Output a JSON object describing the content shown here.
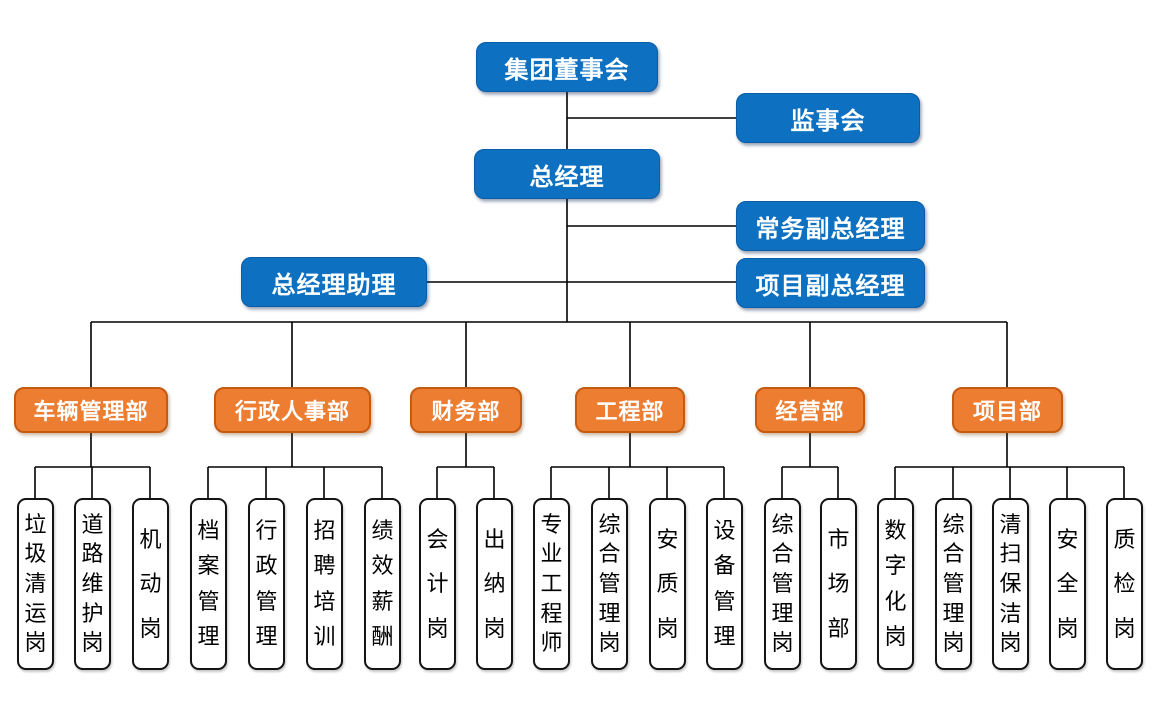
{
  "colors": {
    "blue": "#0d70c1",
    "blue_border": "#0a5da6",
    "orange": "#ed7d31",
    "orange_border": "#c55a11",
    "post_border": "#141414",
    "line": "#000000"
  },
  "leadership": {
    "board": "集团董事会",
    "supervisory": "监事会",
    "gm": "总经理",
    "exec_deputy_gm": "常务副总经理",
    "gm_assistant": "总经理助理",
    "project_deputy_gm": "项目副总经理"
  },
  "departments": [
    {
      "name": "车辆管理部",
      "posts": [
        "垃圾清运岗",
        "道路维护岗",
        "机动岗"
      ]
    },
    {
      "name": "行政人事部",
      "posts": [
        "档案管理",
        "行政管理",
        "招聘培训",
        "绩效薪酬"
      ]
    },
    {
      "name": "财务部",
      "posts": [
        "会计岗",
        "出纳岗"
      ]
    },
    {
      "name": "工程部",
      "posts": [
        "专业工程师",
        "综合管理岗",
        "安质岗",
        "设备管理"
      ]
    },
    {
      "name": "经营部",
      "posts": [
        "综合管理岗",
        "市场部"
      ]
    },
    {
      "name": "项目部",
      "posts": [
        "数字化岗",
        "综合管理岗",
        "清扫保洁岗",
        "安全岗",
        "质检岗"
      ]
    }
  ]
}
